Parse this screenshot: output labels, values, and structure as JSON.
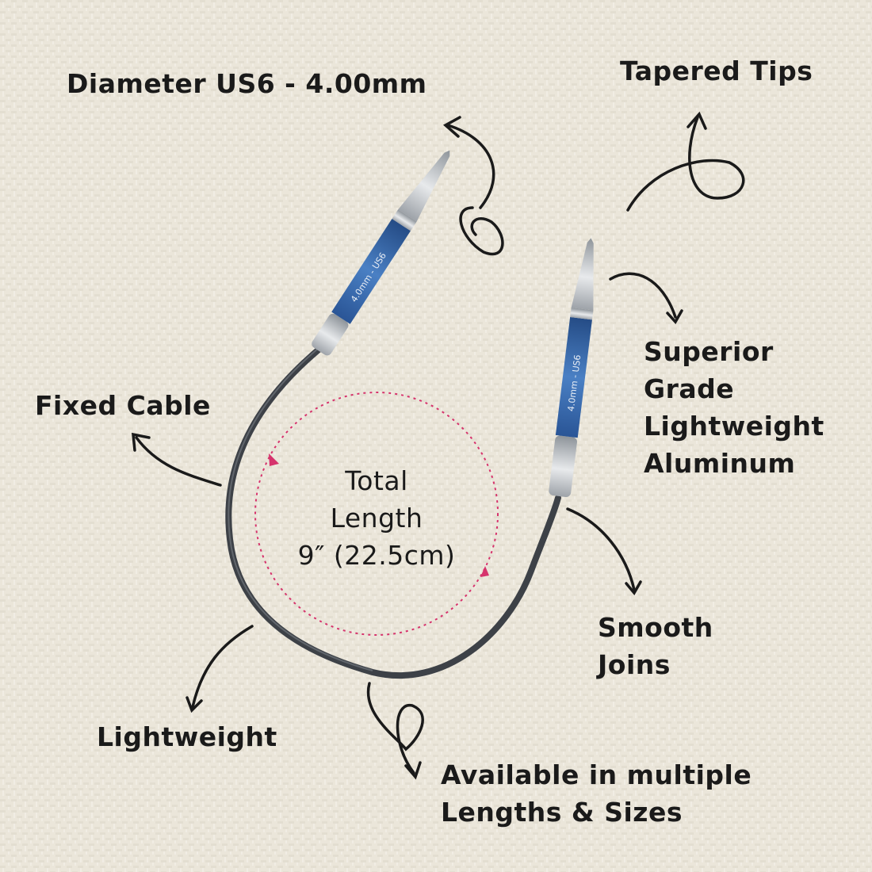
{
  "labels": {
    "diameter": "Diameter US6 - 4.00mm",
    "tapered_tips": "Tapered Tips",
    "fixed_cable": "Fixed Cable",
    "superior": [
      "Superior",
      "Grade",
      "Lightweight",
      "Aluminum"
    ],
    "total_length": [
      "Total",
      "Length",
      "9″ (22.5cm)"
    ],
    "smooth_joins": [
      "Smooth",
      "Joins"
    ],
    "lightweight": "Lightweight",
    "available": [
      "Available in multiple",
      "Lengths & Sizes"
    ]
  },
  "needle_marking": "4.0mm - US6",
  "colors": {
    "background": "#ebe6da",
    "needle_blue": "#3b6eb0",
    "cable": "#3d4147",
    "metal": "#c9ccd0",
    "dotted_circle": "#d6336c",
    "text": "#1a1a1a"
  },
  "icons": {
    "arrows": "curved-hand-drawn-arrow",
    "circle": "dotted-circle-with-arrowheads"
  }
}
